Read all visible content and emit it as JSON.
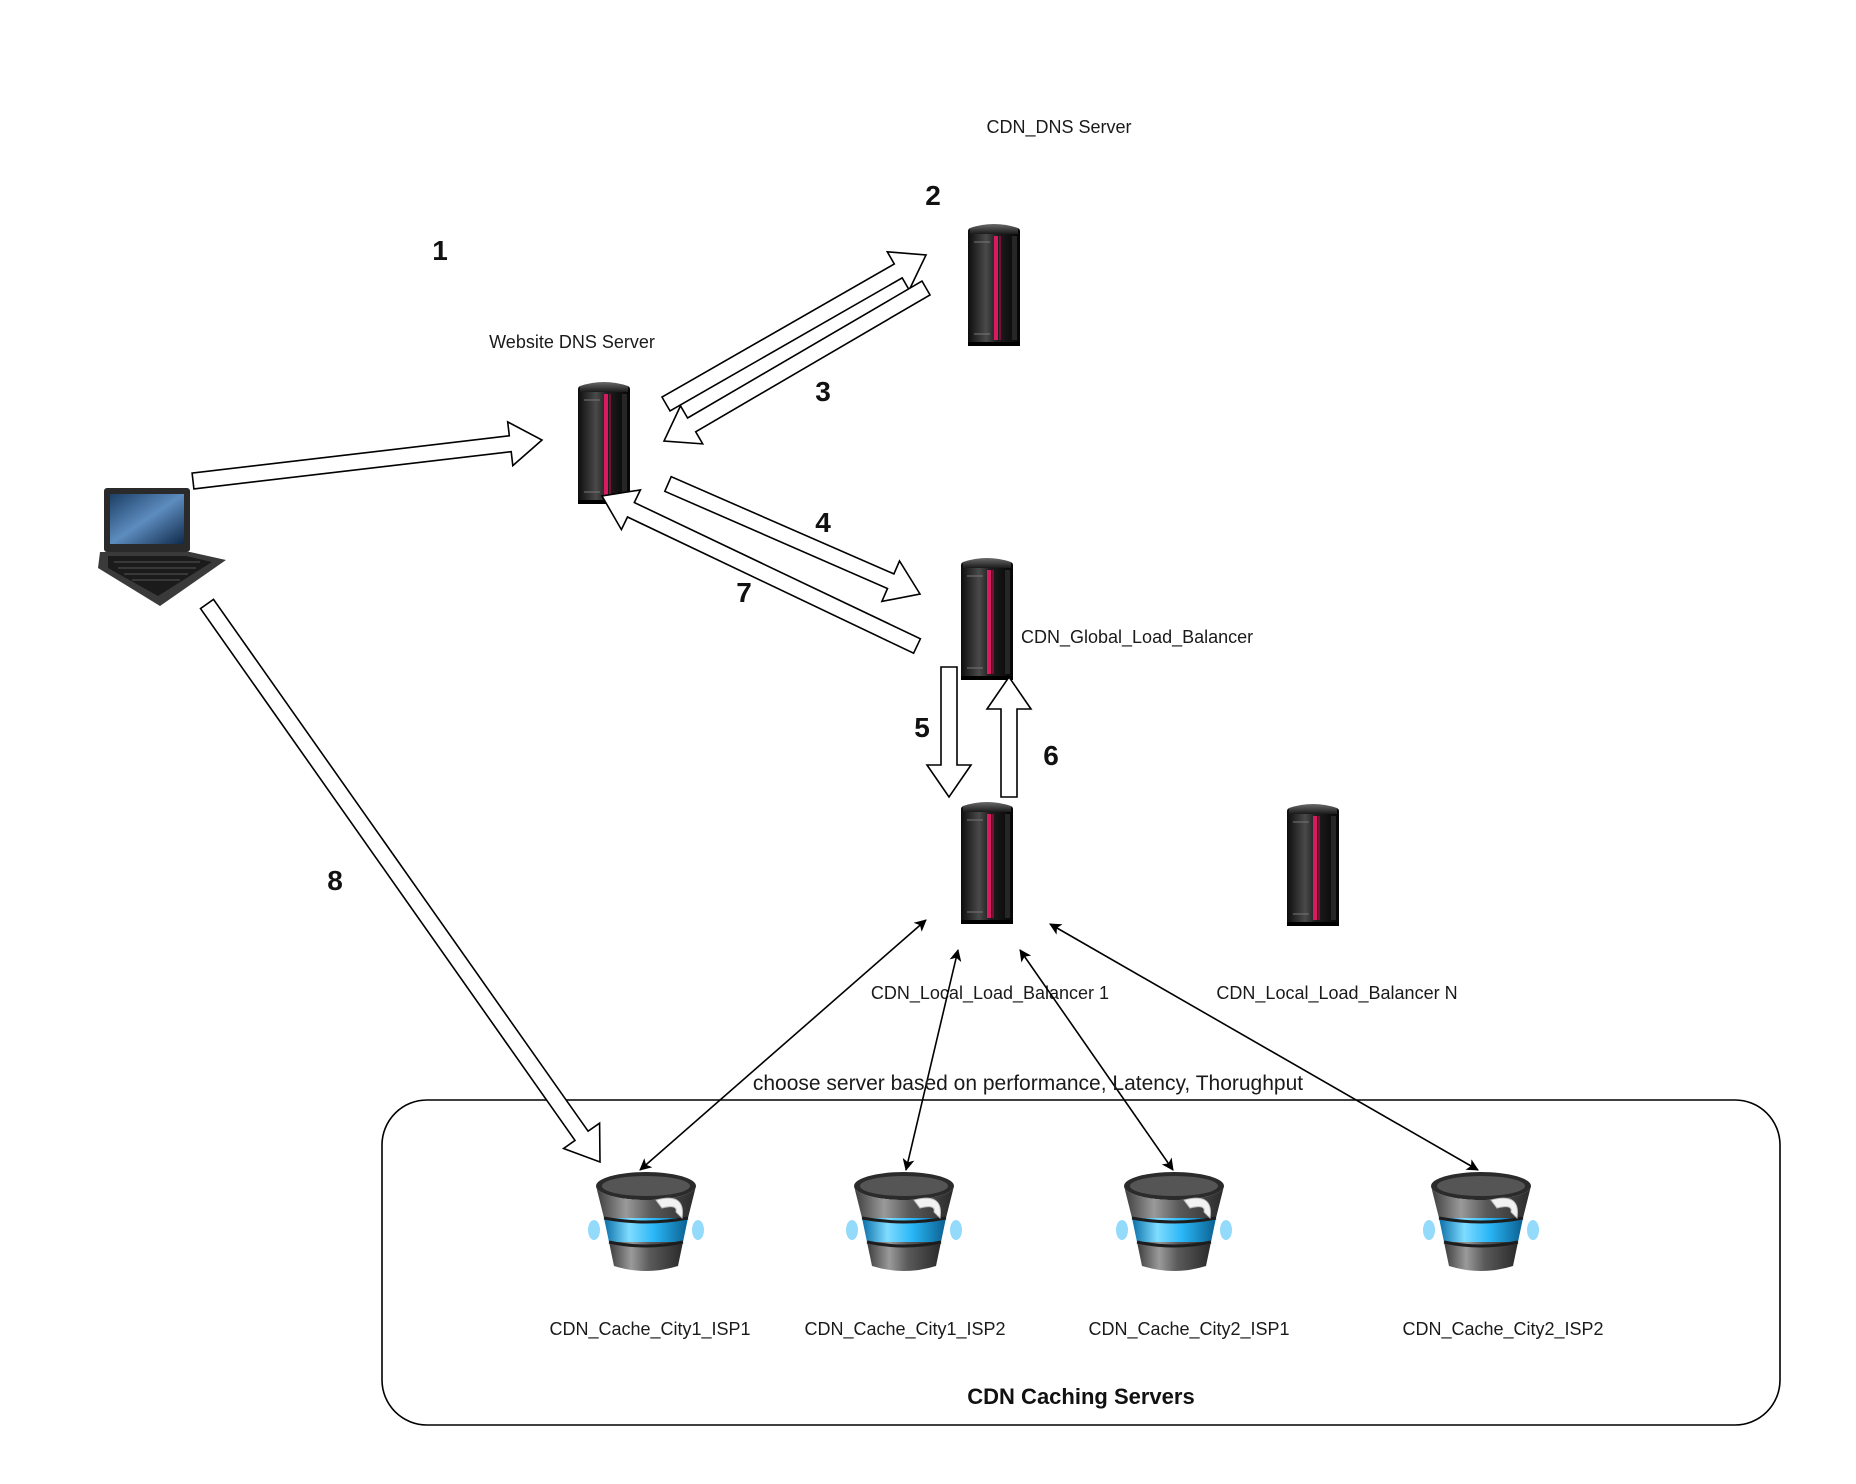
{
  "nodes": {
    "cdn_dns_server": "CDN_DNS Server",
    "website_dns_server": "Website DNS Server",
    "cdn_global_load_balancer": "CDN_Global_Load_Balancer",
    "cdn_local_load_balancer_1": "CDN_Local_Load_Balancer 1",
    "cdn_local_load_balancer_n": "CDN_Local_Load_Balancer N"
  },
  "caches": [
    "CDN_Cache_City1_ISP1",
    "CDN_Cache_City1_ISP2",
    "CDN_Cache_City2_ISP1",
    "CDN_Cache_City2_ISP2"
  ],
  "group_label": "CDN Caching Servers",
  "annotation": "choose server based on performance, Latency, Thorughput",
  "steps": [
    "1",
    "2",
    "3",
    "4",
    "5",
    "6",
    "7",
    "8"
  ],
  "icons": {
    "client": "laptop-icon",
    "server": "server-rack-icon",
    "cache": "database-bucket-icon"
  },
  "colors": {
    "server_accent": "#d81b60",
    "cache_band": "#29b6f6"
  }
}
